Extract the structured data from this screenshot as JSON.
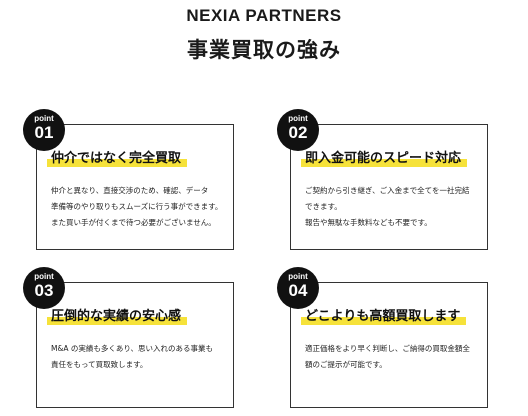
{
  "header": {
    "brand": "NEXIA PARTNERS",
    "headline": "事業買取の強み"
  },
  "colors": {
    "accent_yellow": "#f6e23a",
    "badge_black": "#111111",
    "border": "#333333"
  },
  "points": [
    {
      "label": "point",
      "number": "01",
      "title": "仲介ではなく完全買取",
      "lines": [
        "仲介と異なり、直接交渉のため、確認、データ",
        "準備等のやり取りもスムーズに行う事ができます。",
        "また買い手が付くまで待つ必要がございません。"
      ]
    },
    {
      "label": "point",
      "number": "02",
      "title": "即入金可能のスピード対応",
      "lines": [
        "ご契約から引き継ぎ、ご入金まで全てを一社完結",
        "できます。",
        "報告や無駄な手数料なども不要です。"
      ]
    },
    {
      "label": "point",
      "number": "03",
      "title": "圧倒的な実績の安心感",
      "lines": [
        "M&A の実績も多くあり、思い入れのある事業も",
        "責任をもって買取致します。"
      ]
    },
    {
      "label": "point",
      "number": "04",
      "title": "どこよりも高額買取します",
      "lines": [
        "適正価格をより早く判断し、ご納得の買取金額全",
        "額のご提示が可能です。"
      ]
    }
  ]
}
